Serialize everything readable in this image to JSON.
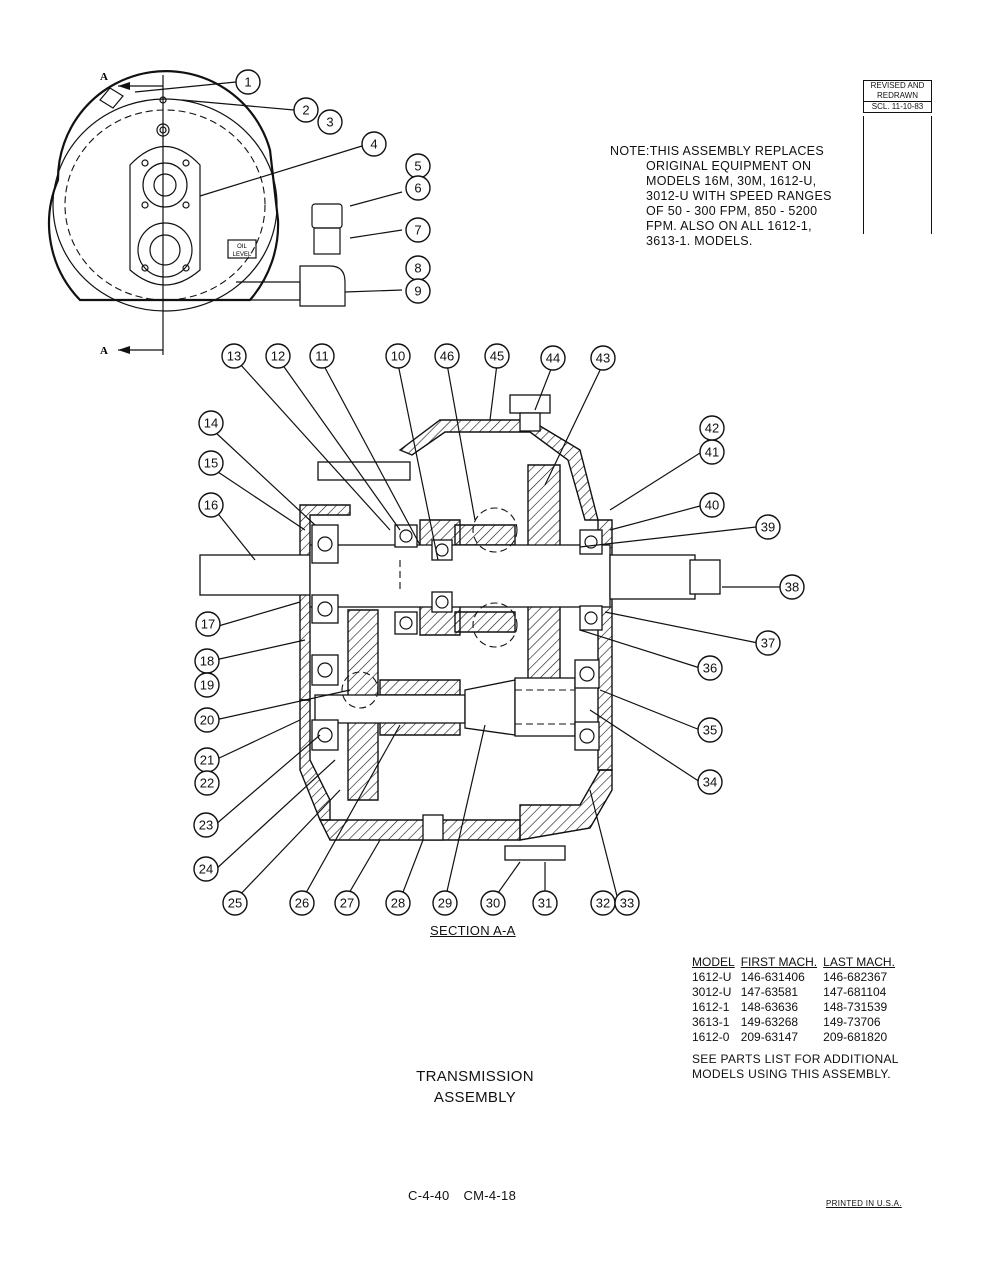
{
  "revision": {
    "line1": "REVISED AND",
    "line2": "REDRAWN",
    "scl": "SCL. 11-10-83"
  },
  "note": {
    "prefix": "NOTE:",
    "lines": [
      "THIS ASSEMBLY REPLACES",
      "ORIGINAL EQUIPMENT ON",
      "MODELS 16M, 30M, 1612-U,",
      "3012-U WITH SPEED RANGES",
      "OF 50 - 300 FPM, 850 - 5200",
      "FPM. ALSO ON ALL 1612-1,",
      "3613-1. MODELS."
    ]
  },
  "top_view": {
    "section_marker": "A",
    "oil_label_1": "OIL",
    "oil_label_2": "LEVEL",
    "callouts": [
      "1",
      "2",
      "3",
      "4",
      "5",
      "6",
      "7",
      "8",
      "9"
    ]
  },
  "section_view": {
    "label": "SECTION A-A",
    "callouts": [
      "10",
      "11",
      "12",
      "13",
      "14",
      "15",
      "16",
      "17",
      "18",
      "19",
      "20",
      "21",
      "22",
      "23",
      "24",
      "25",
      "26",
      "27",
      "28",
      "29",
      "30",
      "31",
      "32",
      "33",
      "34",
      "35",
      "36",
      "37",
      "38",
      "39",
      "40",
      "41",
      "42",
      "43",
      "44",
      "45",
      "46"
    ]
  },
  "models_table": {
    "headers": [
      "MODEL",
      "FIRST MACH.",
      "LAST MACH."
    ],
    "rows": [
      [
        "1612-U",
        "146-631406",
        "146-682367"
      ],
      [
        "3012-U",
        "147-63581",
        "147-681104"
      ],
      [
        "1612-1",
        "148-63636",
        "148-731539"
      ],
      [
        "3613-1",
        "149-63268",
        "149-73706"
      ],
      [
        "1612-0",
        "209-63147",
        "209-681820"
      ]
    ]
  },
  "see_note": "SEE PARTS LIST FOR ADDITIONAL MODELS USING THIS ASSEMBLY.",
  "title": {
    "line1": "TRANSMISSION",
    "line2": "ASSEMBLY"
  },
  "page_code": "C-4-40 CM-4-18",
  "printed": "PRINTED IN U.S.A."
}
